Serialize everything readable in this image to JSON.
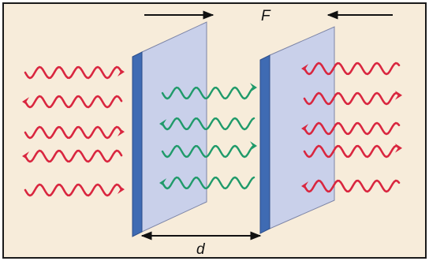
{
  "labels": {
    "force": "F",
    "distance": "d"
  },
  "colors": {
    "background": "#f7ecda",
    "border": "#1a1a1a",
    "outer_wave": "#d9263f",
    "inner_wave": "#1f9a6a",
    "plate_face": "#c9d0ea",
    "plate_edge": "#3f6bb3",
    "arrow": "#111111"
  },
  "outer_waves": {
    "left": {
      "count": 5,
      "arrowheads": [
        "right",
        "left",
        "right",
        "left",
        "right"
      ]
    },
    "right": {
      "count": 5,
      "arrowheads": [
        "left",
        "right",
        "left",
        "right",
        "left"
      ]
    }
  },
  "inner_waves": {
    "count": 4,
    "arrowheads": [
      "right",
      "left",
      "right",
      "left"
    ]
  }
}
